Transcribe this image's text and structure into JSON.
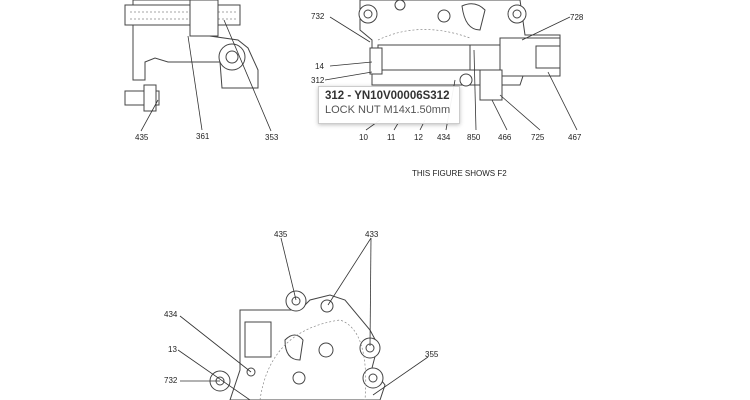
{
  "figure_caption": "THIS FIGURE SHOWS  F2",
  "tooltip": {
    "title": "312 - YN10V00006S312",
    "description": "LOCK NUT M14x1.50mm"
  },
  "callouts_top_left": [
    "435",
    "361",
    "353"
  ],
  "callouts_top_right": [
    "732",
    "14",
    "312",
    "728",
    "10",
    "11",
    "12",
    "434",
    "850",
    "466",
    "725",
    "467"
  ],
  "callouts_bottom": [
    "435",
    "433",
    "434",
    "13",
    "355",
    "732"
  ]
}
